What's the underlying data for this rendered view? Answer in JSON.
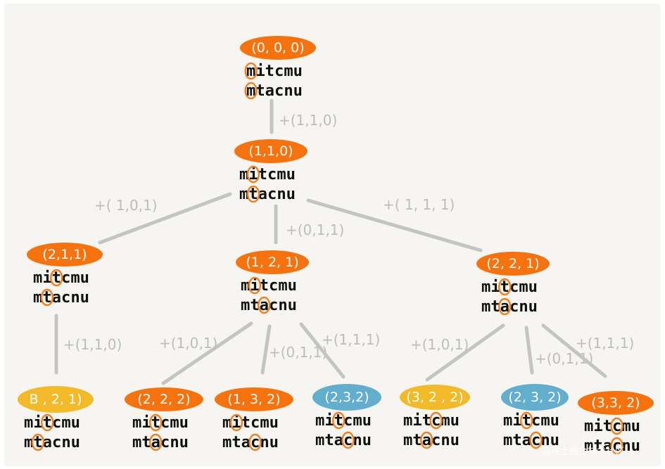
{
  "colors": {
    "orange": "#f6720e",
    "yellow": "#f2b928",
    "blue": "#62aecc",
    "edge": "#c4c4c2",
    "circle": "#f07f1b"
  },
  "strings": {
    "top": "mitcmu",
    "bottom": "mtacnu"
  },
  "nodes": [
    {
      "id": "n000",
      "label": "(0, 0, 0)",
      "color": "orange",
      "i": 0,
      "j": 0
    },
    {
      "id": "n110",
      "label": "(1,1,0)",
      "color": "orange",
      "i": 1,
      "j": 1
    },
    {
      "id": "n211",
      "label": "(2,1,1)",
      "color": "orange",
      "i": 2,
      "j": 1
    },
    {
      "id": "n121",
      "label": "(1, 2, 1)",
      "color": "orange",
      "i": 1,
      "j": 2
    },
    {
      "id": "n221",
      "label": "(2, 2, 1)",
      "color": "orange",
      "i": 2,
      "j": 2
    },
    {
      "id": "n321",
      "label": "B , 2, 1)",
      "color": "yellow",
      "i": 2,
      "j": 1
    },
    {
      "id": "n222",
      "label": "(2, 2, 2)",
      "color": "orange",
      "i": 2,
      "j": 2
    },
    {
      "id": "n132",
      "label": "(1, 3, 2)",
      "color": "orange",
      "i": 1,
      "j": 3
    },
    {
      "id": "n232a",
      "label": "(2,3,2)",
      "color": "blue",
      "i": 2,
      "j": 3
    },
    {
      "id": "n322",
      "label": "(3, 2 , 2)",
      "color": "yellow",
      "i": 3,
      "j": 2
    },
    {
      "id": "n232b",
      "label": "(2, 3, 2)",
      "color": "blue",
      "i": 2,
      "j": 3
    },
    {
      "id": "n332",
      "label": "(3,3, 2)",
      "color": "orange",
      "i": 3,
      "j": 3
    }
  ],
  "edges": [
    {
      "from": "n000",
      "to": "n110",
      "label": "+(1,1,0)"
    },
    {
      "from": "n110",
      "to": "n211",
      "label": "+( 1,0,1)"
    },
    {
      "from": "n110",
      "to": "n121",
      "label": "+(0,1,1)"
    },
    {
      "from": "n110",
      "to": "n221",
      "label": "+( 1, 1, 1)"
    },
    {
      "from": "n211",
      "to": "n321",
      "label": "+(1,1,0)"
    },
    {
      "from": "n121",
      "to": "n222",
      "label": "+(1,0,1)"
    },
    {
      "from": "n121",
      "to": "n132",
      "label": "+(0,1,1)"
    },
    {
      "from": "n121",
      "to": "n232a",
      "label": "+(1,1,1)"
    },
    {
      "from": "n221",
      "to": "n322",
      "label": "+(1,0,1)"
    },
    {
      "from": "n221",
      "to": "n232b",
      "label": "+(0,1,1)"
    },
    {
      "from": "n221",
      "to": "n332",
      "label": "+(1,1,1)"
    }
  ],
  "watermark": "@稀土掘金技术社区"
}
